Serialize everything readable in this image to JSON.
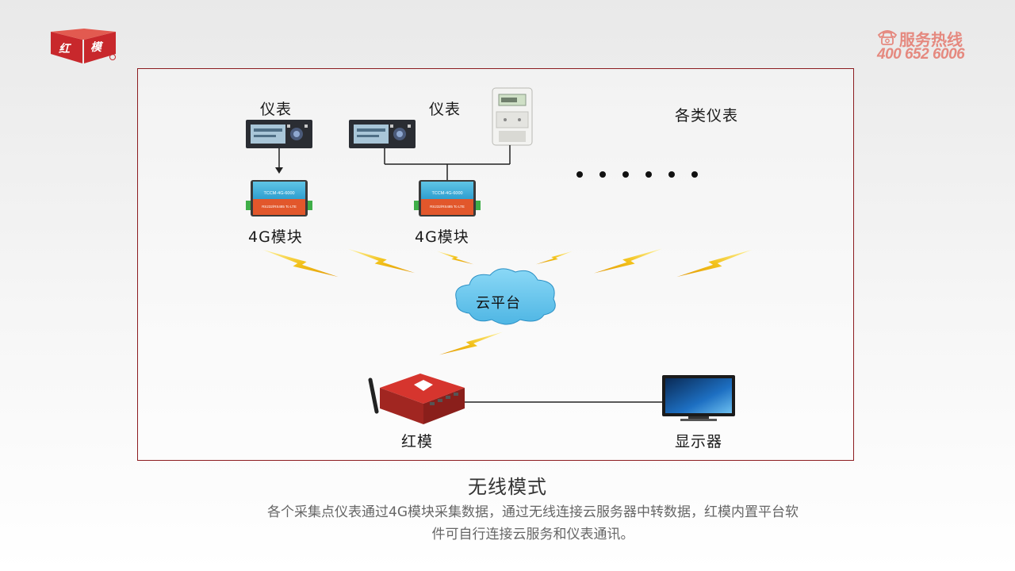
{
  "brand": {
    "logo_name": "红模",
    "hotline_title": "服务热线",
    "hotline_number": "400 652 6006",
    "accent_color": "#c8282c",
    "hotline_color": "#e5897f",
    "frame_color": "#8c1c20"
  },
  "diagram": {
    "meter_label_1": "仪表",
    "meter_label_2": "仪表",
    "meter_label_3": "各类仪表",
    "module_label_1": "4G模块",
    "module_label_2": "4G模块",
    "cloud_label": "云平台",
    "gateway_label": "红模",
    "display_label": "显示器",
    "module_text_top": "TCCM-4G-6000",
    "module_text_bottom": "RS232/RS485 To LTE",
    "more_dots": "• • • • • •"
  },
  "caption": {
    "title": "无线模式",
    "description": "各个采集点仪表通过4G模块采集数据，通过无线连接云服务器中转数据，红模内置平台软件可自行连接云服务和仪表通讯。"
  }
}
